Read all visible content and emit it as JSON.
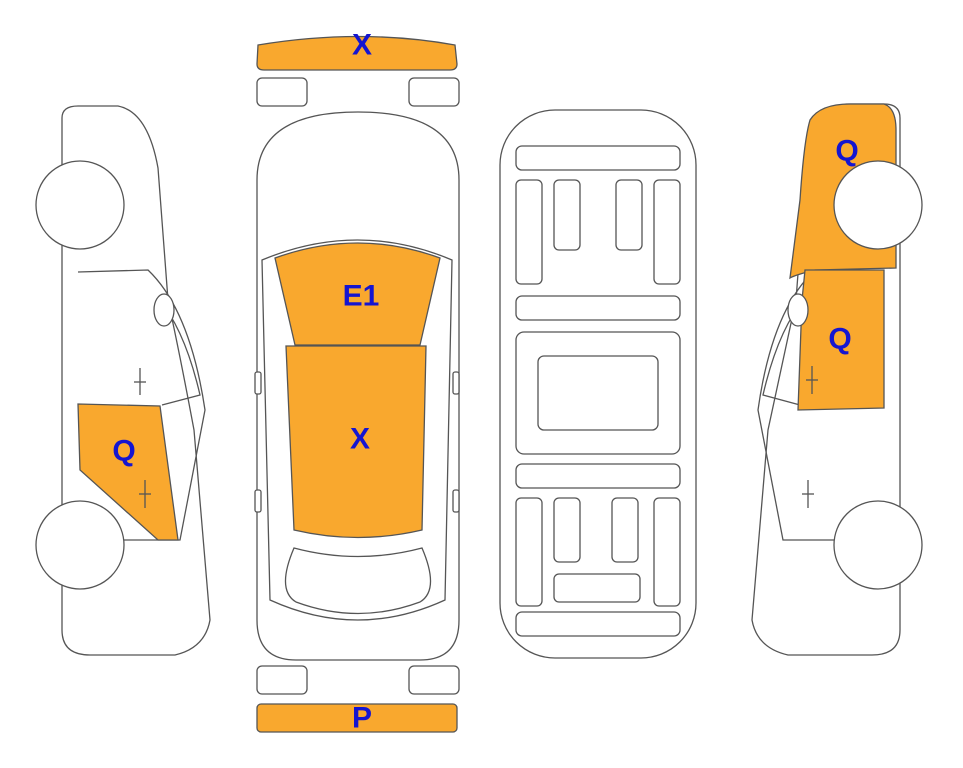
{
  "colors": {
    "highlight": "#F9A82E",
    "label": "#1515D0",
    "outline": "#555555"
  },
  "labels": {
    "front_bumper": "X",
    "windshield": "E1",
    "hood": "X",
    "rear_bumper": "P",
    "left_rear_door": "Q",
    "right_front_fender": "Q",
    "right_front_door": "Q"
  }
}
